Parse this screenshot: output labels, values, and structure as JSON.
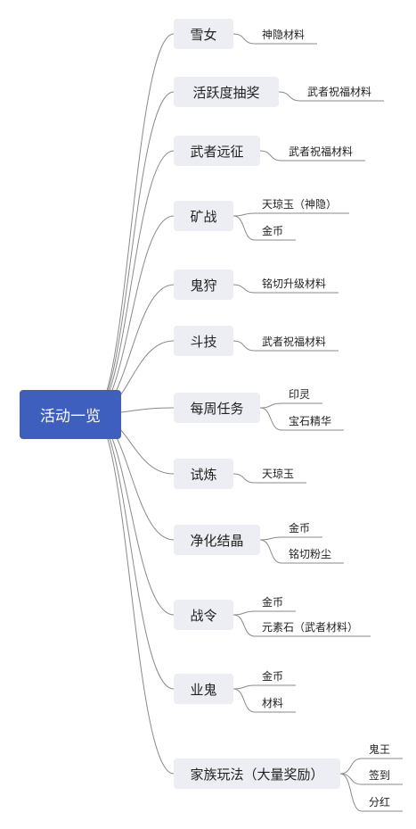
{
  "root": {
    "label": "活动一览"
  },
  "branches": [
    {
      "label": "雪女",
      "children": [
        "神隐材料"
      ]
    },
    {
      "label": "活跃度抽奖",
      "children": [
        "武者祝福材料"
      ]
    },
    {
      "label": "武者远征",
      "children": [
        "武者祝福材料"
      ]
    },
    {
      "label": "矿战",
      "children": [
        "天琼玉（神隐）",
        "金币"
      ]
    },
    {
      "label": "鬼狩",
      "children": [
        "铭切升级材料"
      ]
    },
    {
      "label": "斗技",
      "children": [
        "武者祝福材料"
      ]
    },
    {
      "label": "每周任务",
      "children": [
        "印灵",
        "宝石精华"
      ]
    },
    {
      "label": "试炼",
      "children": [
        "天琼玉"
      ]
    },
    {
      "label": "净化结晶",
      "children": [
        "金币",
        "铭切粉尘"
      ]
    },
    {
      "label": "战令",
      "children": [
        "金币",
        "元素石（武者材料）"
      ]
    },
    {
      "label": "业鬼",
      "children": [
        "金币",
        "材料"
      ]
    },
    {
      "label": "家族玩法（大量奖励）",
      "children": [
        "鬼王",
        "签到",
        "分红"
      ]
    }
  ]
}
